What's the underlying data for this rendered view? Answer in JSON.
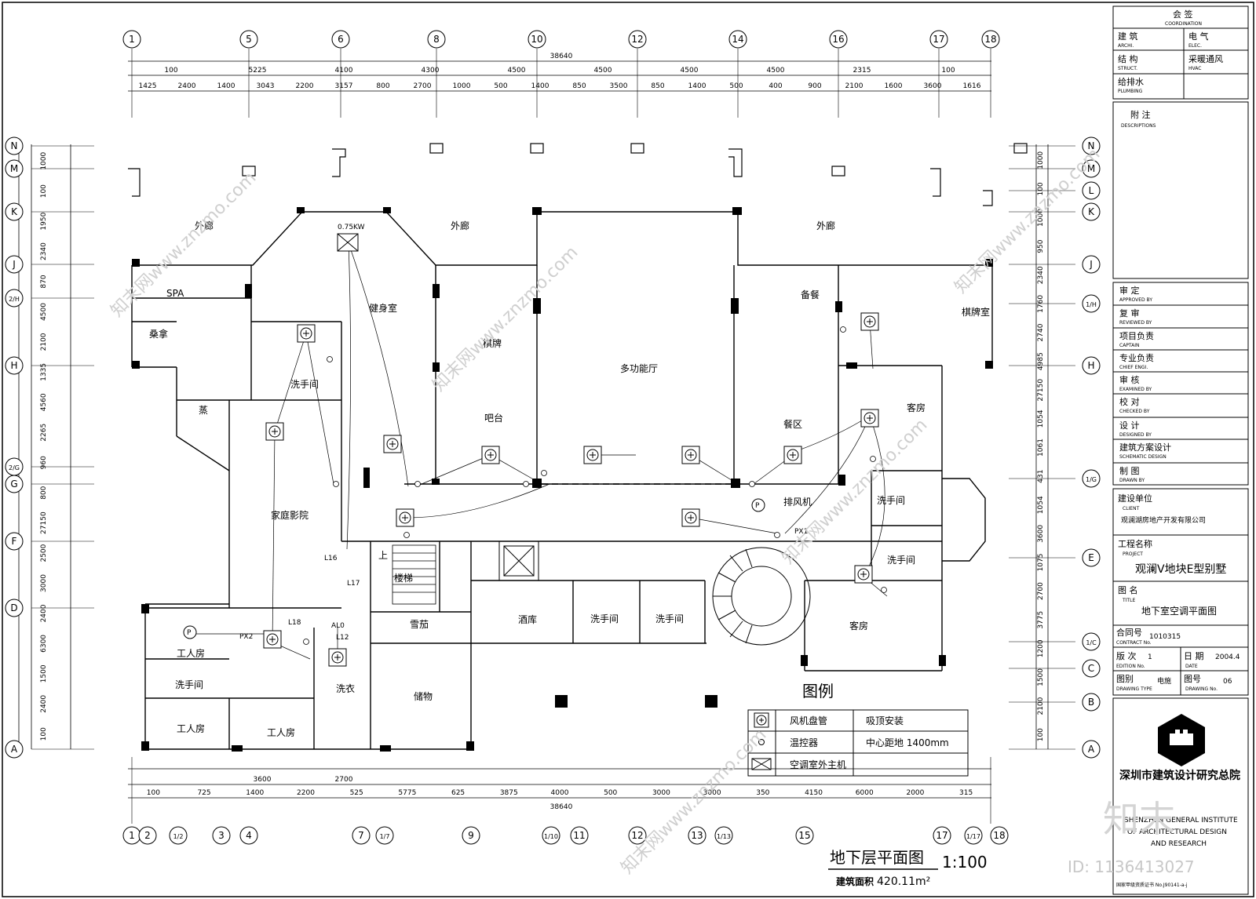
{
  "drawing": {
    "rooms": [
      {
        "id": "outer-corridor-w",
        "label": "外廊"
      },
      {
        "id": "outer-corridor-c",
        "label": "外廊"
      },
      {
        "id": "outer-corridor-e",
        "label": "外廊"
      },
      {
        "id": "spa",
        "label": "SPA"
      },
      {
        "id": "sauna",
        "label": "桑拿"
      },
      {
        "id": "steam",
        "label": "蒸"
      },
      {
        "id": "gym",
        "label": "健身室"
      },
      {
        "id": "wc-1",
        "label": "洗手间"
      },
      {
        "id": "chess-1",
        "label": "棋牌"
      },
      {
        "id": "bar",
        "label": "吧台"
      },
      {
        "id": "hall",
        "label": "多功能厅"
      },
      {
        "id": "pantry",
        "label": "备餐"
      },
      {
        "id": "chess-2",
        "label": "棋牌室"
      },
      {
        "id": "dining",
        "label": "餐区"
      },
      {
        "id": "guest-1",
        "label": "客房"
      },
      {
        "id": "cinema",
        "label": "家庭影院"
      },
      {
        "id": "fan",
        "label": "排风机"
      },
      {
        "id": "wc-2",
        "label": "洗手间"
      },
      {
        "id": "wc-3",
        "label": "洗手间"
      },
      {
        "id": "stairs",
        "label": "楼梯"
      },
      {
        "id": "up",
        "label": "上"
      },
      {
        "id": "cigar",
        "label": "雪茄"
      },
      {
        "id": "wine",
        "label": "酒库"
      },
      {
        "id": "wc-4",
        "label": "洗手间"
      },
      {
        "id": "wc-5",
        "label": "洗手间"
      },
      {
        "id": "guest-2",
        "label": "客房"
      },
      {
        "id": "worker-1",
        "label": "工人房"
      },
      {
        "id": "wc-6",
        "label": "洗手间"
      },
      {
        "id": "worker-2",
        "label": "工人房"
      },
      {
        "id": "worker-3",
        "label": "工人房"
      },
      {
        "id": "laundry",
        "label": "洗衣"
      },
      {
        "id": "storage",
        "label": "储物"
      }
    ],
    "tags": [
      "0.75KW",
      "PX1",
      "PX2",
      "L16",
      "L17",
      "L18",
      "AL0",
      "L12"
    ],
    "top_axes": [
      "1",
      "5",
      "6",
      "8",
      "10",
      "12",
      "14",
      "16",
      "17",
      "18"
    ],
    "bottom_axes": [
      "1",
      "2",
      "1/2",
      "3",
      "4",
      "7",
      "1/7",
      "9",
      "1/10",
      "11",
      "12",
      "13",
      "1/13",
      "15",
      "17",
      "1/17",
      "18"
    ],
    "left_axes": [
      "N",
      "M",
      "K",
      "J",
      "2/H",
      "H",
      "2/G",
      "G",
      "F",
      "D",
      "A"
    ],
    "right_axes": [
      "N",
      "M",
      "L",
      "K",
      "J",
      "1/H",
      "H",
      "1/G",
      "E",
      "1/C",
      "C",
      "B",
      "A"
    ],
    "top_total": "38640",
    "top_dims_1": [
      "100",
      "5225",
      "4100",
      "4300",
      "4500",
      "4500",
      "4500",
      "4500",
      "2315",
      "100"
    ],
    "top_dims_2": [
      "1425",
      "2400",
      "1400",
      "3043",
      "2200",
      "3157",
      "800",
      "2700",
      "1000",
      "500",
      "1400",
      "850",
      "3500",
      "850",
      "1400",
      "500",
      "400",
      "900",
      "2100",
      "1600",
      "3600",
      "1616"
    ],
    "bottom_total": "38640",
    "bottom_dims_1": [
      "3600",
      "2700"
    ],
    "bottom_dims_2": [
      "100",
      "725",
      "1400",
      "2200",
      "525",
      "5775",
      "625",
      "3875",
      "4000",
      "500",
      "3000",
      "3000",
      "350",
      "4150",
      "6000",
      "2000",
      "315"
    ],
    "left_dims": [
      "1000",
      "100",
      "1950",
      "2340",
      "870",
      "4500",
      "2100",
      "1335",
      "4560",
      "2265",
      "960",
      "800",
      "27150",
      "2500",
      "3000",
      "2400",
      "6300",
      "1500",
      "2400",
      "100"
    ],
    "right_dims": [
      "1000",
      "100",
      "1000",
      "950",
      "2340",
      "1760",
      "2740",
      "4985",
      "27150",
      "1054",
      "1061",
      "431",
      "1054",
      "3600",
      "1075",
      "2700",
      "3775",
      "1200",
      "1500",
      "2100",
      "100"
    ]
  },
  "legend": {
    "title": "图例",
    "rows": [
      {
        "name": "风机盘管",
        "note": "吸顶安装"
      },
      {
        "name": "温控器",
        "note": "中心距地 1400mm"
      },
      {
        "name": "空调室外主机",
        "note": ""
      }
    ]
  },
  "title": {
    "plan_name": "地下层平面图",
    "scale": "1:100",
    "area_label": "建筑面积",
    "area_value": "420.11m²"
  },
  "title_block": {
    "coordination": "会 签",
    "coordination_en": "COORDINATION",
    "cosign": [
      {
        "cn": "建 筑",
        "en": "ARCHI."
      },
      {
        "cn": "电 气",
        "en": "ELEC."
      },
      {
        "cn": "结 构",
        "en": "STRUCT."
      },
      {
        "cn": "采暖通风",
        "en": "HVAC"
      },
      {
        "cn": "给排水",
        "en": "PLUMBING"
      }
    ],
    "notes_cn": "附 注",
    "notes_en": "DESCRIPTIONS",
    "roles": [
      {
        "cn": "审 定",
        "en": "APPROVED BY"
      },
      {
        "cn": "复 审",
        "en": "REVIEWED BY"
      },
      {
        "cn": "项目负责",
        "en": "CAPTAIN"
      },
      {
        "cn": "专业负责",
        "en": "CHIEF ENGI."
      },
      {
        "cn": "审 核",
        "en": "EXAMINED BY"
      },
      {
        "cn": "校 对",
        "en": "CHECKED BY"
      },
      {
        "cn": "设 计",
        "en": "DESIGNED BY"
      },
      {
        "cn": "建筑方案设计",
        "en": "SCHEMATIC DESIGN"
      },
      {
        "cn": "制 图",
        "en": "DRAWN BY"
      }
    ],
    "client_label": "建设单位",
    "client_en": "CLIENT",
    "client": "观澜湖房地产开发有限公司",
    "project_label": "工程名称",
    "project_en": "PROJECT",
    "project": "观澜V地块E型别墅",
    "title_label": "图 名",
    "title_en": "TITLE",
    "drawing_title": "地下室空调平面图",
    "contract_label": "合同号",
    "contract_en": "CONTRACT No.",
    "contract": "1010315",
    "edition_label": "版 次",
    "edition_en": "EDITION No.",
    "edition": "1",
    "date_label": "日 期",
    "date_en": "DATE",
    "date": "2004.4",
    "type_label": "图别",
    "type_en": "DRAWING TYPE",
    "type": "电施",
    "number_label": "图号",
    "number_en": "DRAWING No.",
    "number": "06",
    "institute_cn": "深圳市建筑设计研究总院",
    "institute_en_1": "SHENZHEN GENERAL INSTITUTE",
    "institute_en_2": "OF ARCHITECTURAL DESIGN",
    "institute_en_3": "AND RESEARCH",
    "license": "国家甲级资质证书 No.J90141-a-j"
  },
  "watermarks": {
    "text": "知末网www.znzmo.com",
    "brand": "知末",
    "id": "ID: 1136413027"
  }
}
